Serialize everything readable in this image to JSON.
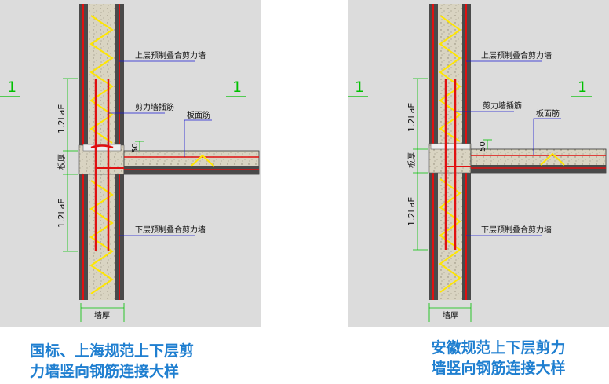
{
  "panels": [
    {
      "upper_wall": "上层预制叠合剪力墙",
      "wall_rebar": "剪力墙插筋",
      "slab_rebar": "板面筋",
      "lower_wall": "下层预制叠合剪力墙",
      "dim_upper": "1.2LaE",
      "dim_lower": "1.2LaE",
      "dim_slab": "板厚",
      "dim_wall": "墙厚",
      "dim_50": "50",
      "section_left": "1",
      "section_right": "1"
    },
    {
      "upper_wall": "上层预制叠合剪力墙",
      "wall_rebar": "剪力墙插筋",
      "slab_rebar": "板面筋",
      "lower_wall": "下层预制叠合剪力墙",
      "dim_upper": "1.2LaE",
      "dim_lower": "1.2LaE",
      "dim_slab": "板厚",
      "dim_wall": "墙厚",
      "dim_50": "50",
      "section_left": "1",
      "section_right": "1"
    }
  ],
  "captions": {
    "left_line1": "国标、上海规范上下层剪",
    "left_line2": "力墙竖向钢筋连接大样",
    "right_line1": "安徽规范上下层剪力",
    "right_line2": "墙竖向钢筋连接大样"
  },
  "colors": {
    "panel_bg": "#dcdcdc",
    "concrete": "#d9d4c2",
    "rebar": "#e01010",
    "truss": "#ffe600",
    "dimension": "#00c000",
    "leader": "#1a1ad0",
    "caption": "#1f7fd0"
  }
}
